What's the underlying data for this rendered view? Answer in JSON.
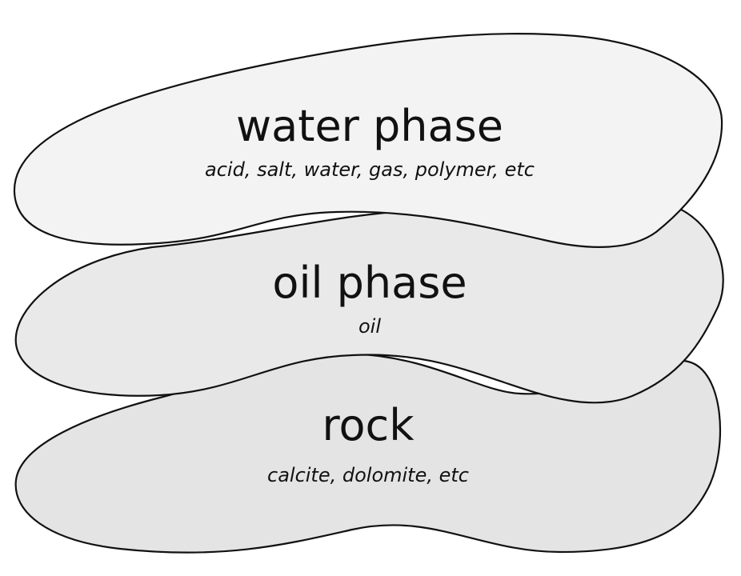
{
  "colors": {
    "water_fill": "#f3f3f3",
    "oil_fill": "#e9e9e9",
    "rock_fill": "#e4e4e4",
    "outline": "#111111",
    "text": "#111111"
  },
  "layers": {
    "water": {
      "title": "water phase",
      "subtitle": "acid, salt, water, gas, polymer, etc"
    },
    "oil": {
      "title": "oil phase",
      "subtitle": "oil"
    },
    "rock": {
      "title": "rock",
      "subtitle": "calcite, dolomite, etc"
    }
  }
}
